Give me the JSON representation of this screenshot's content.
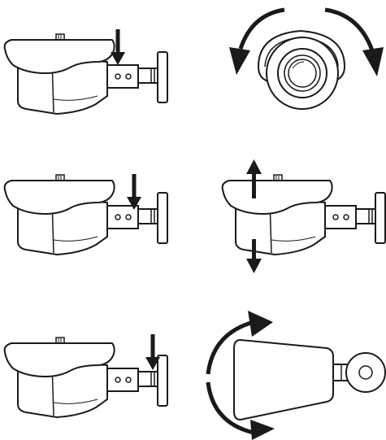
{
  "figure": {
    "panels": [
      {
        "id": "r1-left",
        "camera": "side-view",
        "arrows": [
          "down"
        ]
      },
      {
        "id": "r1-right",
        "camera": "front-view",
        "arrows": [
          "rotate-left",
          "rotate-right"
        ]
      },
      {
        "id": "r2-left",
        "camera": "side-view",
        "arrows": [
          "down"
        ]
      },
      {
        "id": "r2-right",
        "camera": "side-view",
        "arrows": [
          "up",
          "down"
        ]
      },
      {
        "id": "r3-left",
        "camera": "side-view",
        "arrows": [
          "down"
        ]
      },
      {
        "id": "r3-right",
        "camera": "top-view",
        "arrows": [
          "rotate-cw"
        ]
      }
    ],
    "colors": {
      "stroke": "#1a1a1a",
      "fill": "#ffffff"
    },
    "icons": [
      "side-camera-icon",
      "front-camera-icon",
      "top-camera-icon",
      "arrow-icon",
      "curved-arrow-icon"
    ]
  }
}
